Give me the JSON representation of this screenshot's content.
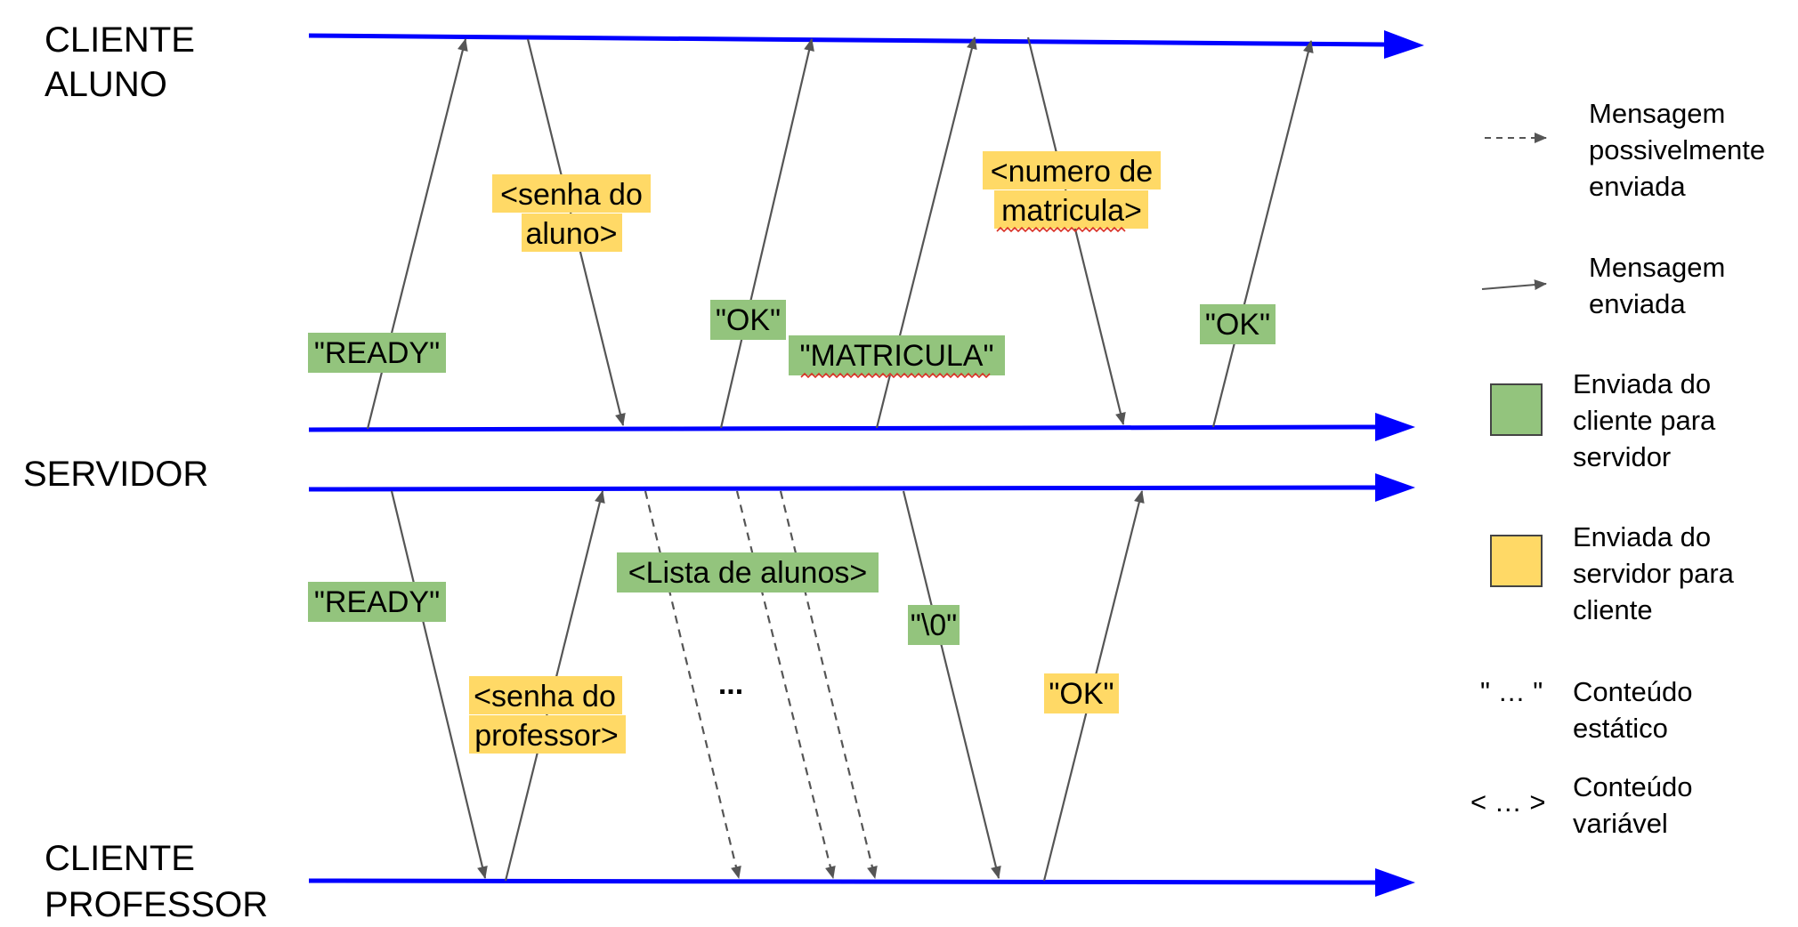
{
  "actors": {
    "top": [
      "CLIENTE",
      "ALUNO"
    ],
    "middle": "SERVIDOR",
    "bottom": [
      "CLIENTE",
      "PROFESSOR"
    ]
  },
  "messages_aluno": {
    "ready": "\"READY\"",
    "senha_line1": "<senha do",
    "senha_line2": "aluno>",
    "ok_1": "\"OK\"",
    "matricula": "\"MATRICULA\"",
    "numero_line1": "<numero de",
    "numero_line2": "matricula>",
    "ok_2": "\"OK\""
  },
  "messages_professor": {
    "ready": "\"READY\"",
    "senha_line1": "<senha do",
    "senha_line2": "professor>",
    "lista": "<Lista de alunos>",
    "ellipsis": "...",
    "terminator": "\"\\0\"",
    "ok": "\"OK\""
  },
  "legend": {
    "possible_line1": "Mensagem",
    "possible_line2": "possivelmente",
    "possible_line3": "enviada",
    "sent_line1": "Mensagem",
    "sent_line2": "enviada",
    "green_line1": "Enviada do",
    "green_line2": "cliente para",
    "green_line3": "servidor",
    "yellow_line1": "Enviada do",
    "yellow_line2": "servidor para",
    "yellow_line3": "cliente",
    "static_symbol": "\" … \"",
    "static_line1": "Conteúdo",
    "static_line2": "estático",
    "variable_symbol": "< … >",
    "variable_line1": "Conteúdo",
    "variable_line2": "variável"
  },
  "colors": {
    "timeline": "#0000ff",
    "message_arrow": "#555555",
    "client_to_server": "#93c47d",
    "server_to_client": "#ffd966"
  }
}
